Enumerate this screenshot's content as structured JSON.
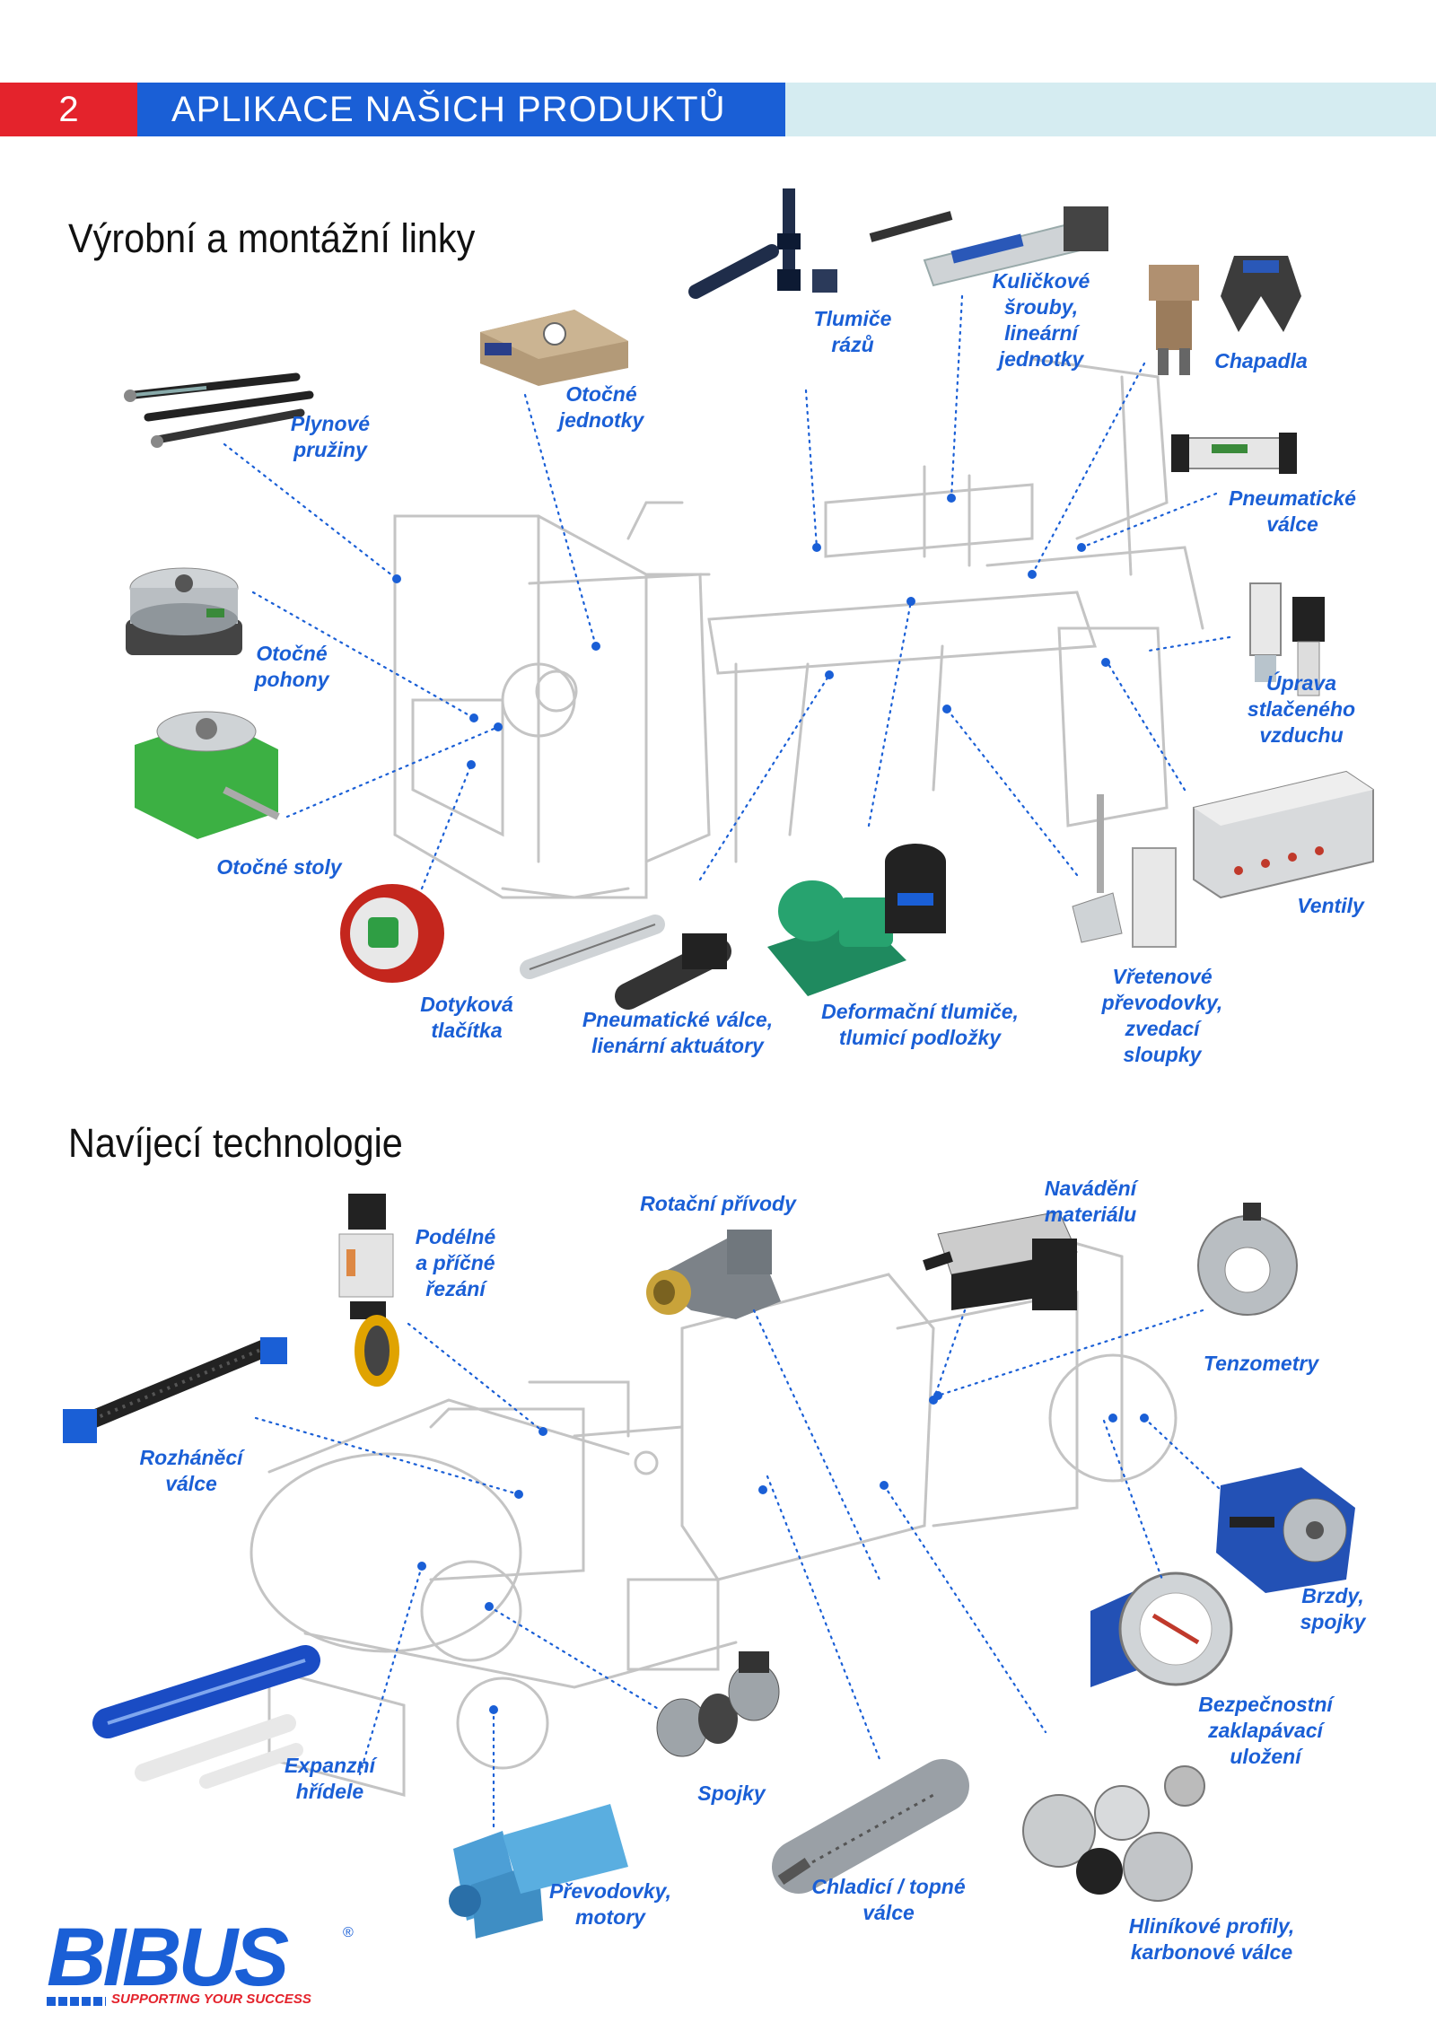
{
  "header": {
    "page_number": "2",
    "title": "APLIKACE NAŠICH PRODUKTŮ"
  },
  "section1": {
    "title": "Výrobní a montážní linky",
    "labels": {
      "tlumice": [
        "Tlumiče",
        "rázů"
      ],
      "kulickove": [
        "Kuličkové",
        "šrouby,",
        "lineární",
        "jednotky"
      ],
      "chapadla": [
        "Chapadla"
      ],
      "plynove": [
        "Plynové",
        "pružiny"
      ],
      "otocne_jednotky": [
        "Otočné",
        "jednotky"
      ],
      "pneu_valce": [
        "Pneumatické",
        "válce"
      ],
      "otocne_pohony": [
        "Otočné",
        "pohony"
      ],
      "uprava": [
        "Úprava",
        "stlačeného",
        "vzduchu"
      ],
      "otocne_stoly": [
        "Otočné stoly"
      ],
      "ventily": [
        "Ventily"
      ],
      "dotykova": [
        "Dotyková",
        "tlačítka"
      ],
      "pneu_aktuatory": [
        "Pneumatické válce,",
        "lienární aktuátory"
      ],
      "deformacni": [
        "Deformační tlumiče,",
        "tlumicí podložky"
      ],
      "vretenove": [
        "Vřetenové",
        "převodovky,",
        "zvedací",
        "sloupky"
      ]
    }
  },
  "section2": {
    "title": "Navíjecí technologie",
    "labels": {
      "rotacni": [
        "Rotační přívody"
      ],
      "navadeni": [
        "Navádění",
        "materiálu"
      ],
      "podelne": [
        "Podélné",
        "a příčné",
        "řezání"
      ],
      "tenzometry": [
        "Tenzometry"
      ],
      "rozhaneci": [
        "Rozháněcí",
        "válce"
      ],
      "brzdy": [
        "Brzdy,",
        "spojky"
      ],
      "bezpecnostni": [
        "Bezpečnostní",
        "zaklapávací",
        "uložení"
      ],
      "expanzni": [
        "Expanzní",
        "hřídele"
      ],
      "spojky": [
        "Spojky"
      ],
      "prevodovky": [
        "Převodovky,",
        "motory"
      ],
      "chladici": [
        "Chladicí / topné",
        "válce"
      ],
      "hlinikove": [
        "Hliníkové profily,",
        "karbonové válce"
      ]
    }
  },
  "logo": {
    "text": "BIBUS",
    "reg": "®",
    "slogan": "SUPPORTING YOUR SUCCESS"
  },
  "colors": {
    "red": "#e4232c",
    "blue": "#1a5fd6",
    "light": "#d5ecf1",
    "sketch": "#bdbdbd"
  }
}
